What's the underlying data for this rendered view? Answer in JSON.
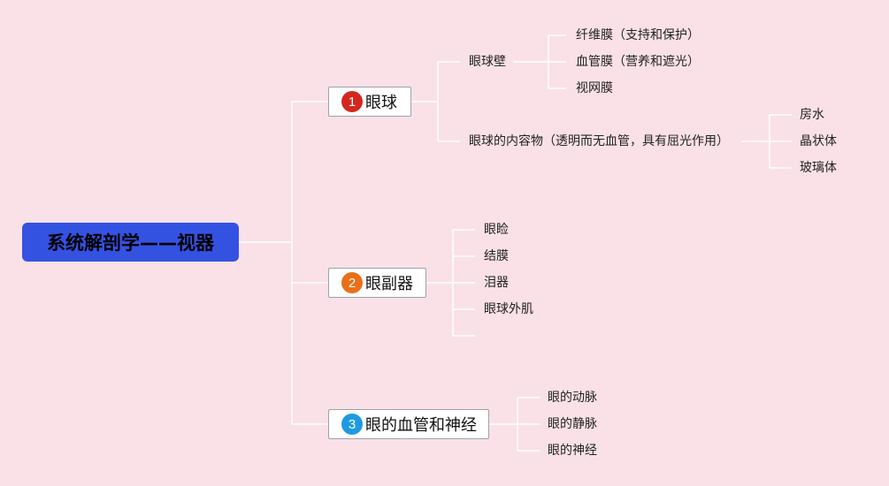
{
  "root": {
    "label": "系统解剖学——视器"
  },
  "topics": [
    {
      "number": "1",
      "label": "眼球",
      "badge_color": "#d4261e",
      "subtopics": [
        {
          "label": "眼球壁",
          "children": [
            "纤维膜（支持和保护）",
            "血管膜（营养和遮光）",
            "视网膜"
          ]
        },
        {
          "label": "眼球的内容物（透明而无血管，具有屈光作用）",
          "children": [
            "房水",
            "晶状体",
            "玻璃体"
          ]
        }
      ]
    },
    {
      "number": "2",
      "label": "眼副器",
      "badge_color": "#ea6f16",
      "children": [
        "眼睑",
        "结膜",
        "泪器",
        "眼球外肌"
      ]
    },
    {
      "number": "3",
      "label": "眼的血管和神经",
      "badge_color": "#1f9ae0",
      "children": [
        "眼的动脉",
        "眼的静脉",
        "眼的神经"
      ]
    }
  ],
  "colors": {
    "background": "#fae1e7",
    "root_fill": "#3452e2",
    "connector": "#ffffff"
  }
}
